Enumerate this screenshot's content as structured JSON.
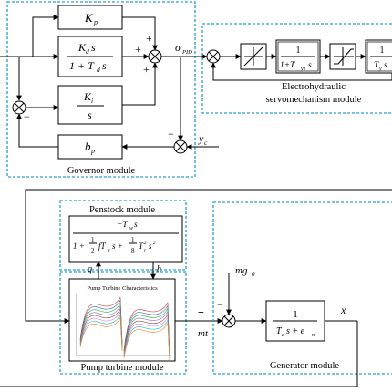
{
  "governor": {
    "module_label": "Governor module",
    "kp": "K",
    "kp_sub": "p",
    "kd_num": "K",
    "kd_num_sub": "d",
    "kd_num_var": "s",
    "kd_den": "1 + T",
    "kd_den_sub": "d",
    "kd_den_var": "s",
    "ki_num": "K",
    "ki_num_sub": "i",
    "ki_den": "s",
    "bp": "b",
    "bp_sub": "p",
    "sigma": "σ",
    "sigma_sub": "PID",
    "yc": "y",
    "yc_sub": "c",
    "signs": {
      "plus": "+",
      "minus": "−"
    }
  },
  "servo": {
    "module_label_line1": "Electrohydraulic",
    "module_label_line2": "servomechanism module",
    "block1_num": "1",
    "block1_den": "1+T",
    "block1_den_sub": "y1",
    "block1_den_var": "s",
    "block2_num": "1",
    "block2_den": "T",
    "block2_den_sub": "y",
    "block2_den_var": "s"
  },
  "penstock": {
    "module_label": "Penstock module",
    "num": "−T",
    "num_sub": "w",
    "num_var": "s",
    "den_a": "1 +",
    "den_frac1_num": "1",
    "den_frac1_den": "2",
    "den_b": "fT",
    "den_b_sub": "r",
    "den_c": "s +",
    "den_frac2_num": "1",
    "den_frac2_den": "8",
    "den_d": "T",
    "den_d_sub": "r",
    "den_d_sup": "2",
    "den_e": "s",
    "den_e_sup": "2",
    "q": "q",
    "h": "h"
  },
  "pump": {
    "module_label": "Pump turbine module",
    "characteristics_label": "Pump Turbine Characteristics",
    "mt": "mt",
    "plus": "+"
  },
  "generator": {
    "module_label": "Generator module",
    "mg": "mg",
    "mg_sub": "0",
    "num": "1",
    "den": "T",
    "den_sub": "a",
    "den_var": "s + e",
    "den_sub2": "n",
    "x": "x",
    "minus": "−"
  },
  "colors": {
    "module_border": "#2a9fd0",
    "curve_colors": [
      "#d62728",
      "#1f77b4",
      "#2ca02c",
      "#9467bd",
      "#8c564b",
      "#e377c2",
      "#17becf",
      "#ff7f0e"
    ]
  }
}
